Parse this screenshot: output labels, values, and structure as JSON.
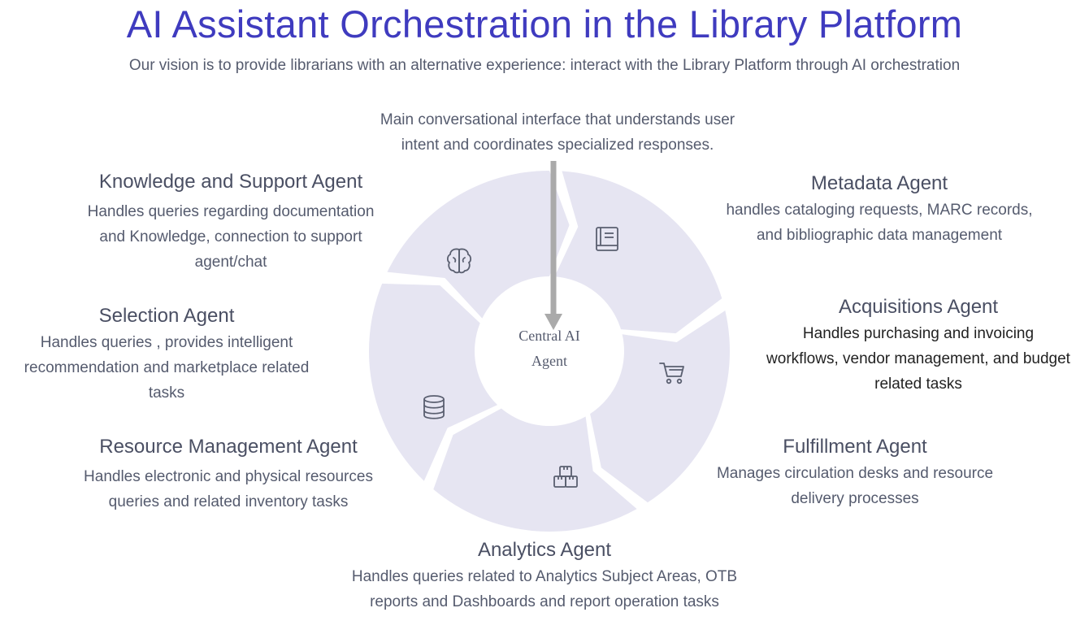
{
  "header": {
    "title": "AI Assistant Orchestration in the Library Platform",
    "subtitle": "Our vision is to provide librarians with an alternative experience: interact with the Library Platform through AI orchestration"
  },
  "central": {
    "label_line1": "Central AI",
    "label_line2": "Agent",
    "description_line1": "Main conversational interface that understands user",
    "description_line2": "intent and coordinates specialized responses."
  },
  "agents": {
    "knowledge": {
      "title": "Knowledge and Support Agent",
      "lines": [
        "Handles queries regarding documentation",
        "and Knowledge, connection to support",
        "agent/chat"
      ],
      "icon": "brain-icon"
    },
    "selection": {
      "title": "Selection Agent",
      "lines": [
        "Handles queries , provides intelligent",
        "recommendation and marketplace related",
        "tasks"
      ]
    },
    "resource": {
      "title": "Resource Management Agent",
      "lines": [
        "Handles electronic and physical resources",
        "queries and related inventory tasks"
      ],
      "icon": "database-icon"
    },
    "analytics": {
      "title": "Analytics Agent",
      "lines": [
        "Handles queries related to Analytics Subject Areas, OTB",
        "reports and Dashboards and report operation tasks"
      ],
      "icon": "boxes-icon"
    },
    "metadata": {
      "title": "Metadata Agent",
      "lines": [
        "handles cataloging requests, MARC records,",
        "and bibliographic data management"
      ],
      "icon": "book-icon"
    },
    "acquisitions": {
      "title": "Acquisitions Agent",
      "lines": [
        "Handles purchasing and invoicing",
        "workflows, vendor management, and budget",
        "related tasks"
      ],
      "icon": "cart-icon"
    },
    "fulfillment": {
      "title": "Fulfillment Agent",
      "lines": [
        "Manages circulation desks and resource",
        "delivery processes"
      ]
    }
  },
  "colors": {
    "title": "#3f3bbf",
    "segment": "#e6e5f2",
    "arrow": "#aaaaaa",
    "icon": "#5a5f70"
  }
}
